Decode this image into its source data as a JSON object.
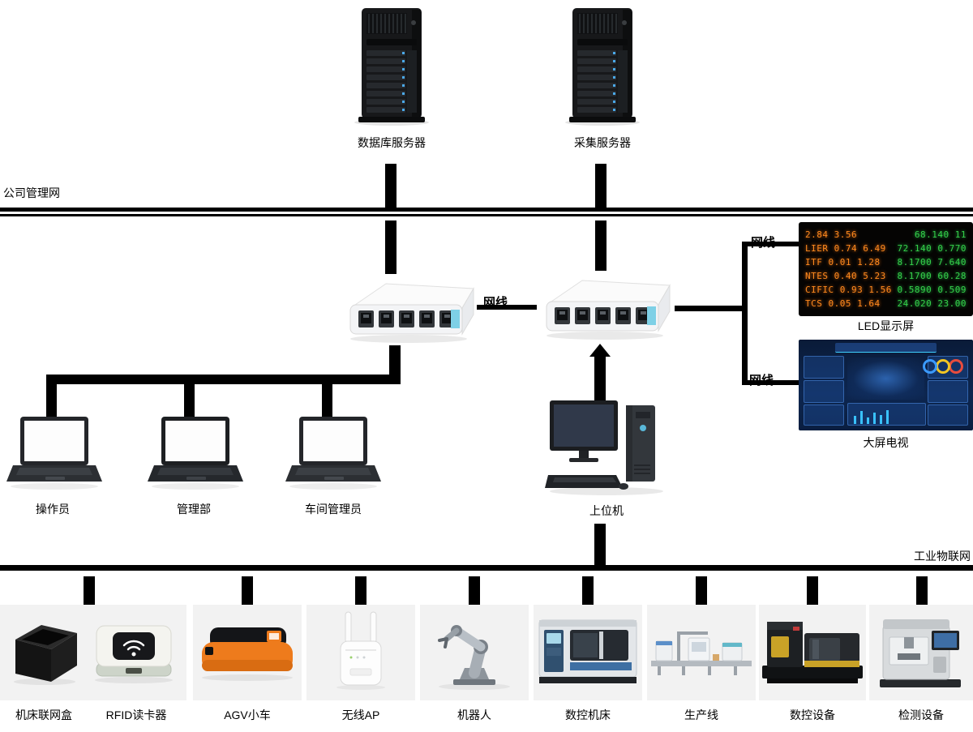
{
  "colors": {
    "divider": "#000000",
    "panel_gray": "#f2f2f2",
    "led_orange": "#ff8a1e",
    "led_green": "#35d04a",
    "agv_orange": "#ee7b1c",
    "switch_sticker_blue": "#7ed0e6",
    "dashboard_bg": "#0c2148"
  },
  "top": {
    "network_label": "公司管理网",
    "servers": [
      {
        "label": "数据库服务器"
      },
      {
        "label": "采集服务器"
      }
    ]
  },
  "middle": {
    "switch_cable_label": "网线",
    "led_cable_label": "网线",
    "tv_cable_label": "网线",
    "led": {
      "label": "LED显示屏",
      "rows": [
        {
          "left": "2.84 3.56",
          "right": "68.140 11"
        },
        {
          "left": "LIER 0.74 6.49",
          "right": "72.140 0.770"
        },
        {
          "left": "ITF 0.01 1.28",
          "right": "8.1700 7.640"
        },
        {
          "left": "NTES 0.40 5.23",
          "right": "8.1700 60.28"
        },
        {
          "left": "CIFIC 0.93 1.56",
          "right": "0.5890 0.509"
        },
        {
          "left": "TCS 0.05 1.64",
          "right": "24.020 23.00"
        }
      ]
    },
    "tv": {
      "label": "大屏电视"
    },
    "terminals": [
      {
        "label": "操作员"
      },
      {
        "label": "管理部"
      },
      {
        "label": "车间管理员"
      }
    ],
    "host": {
      "label": "上位机"
    },
    "industrial_network_label": "工业物联网"
  },
  "bottom": {
    "devices": [
      {
        "label": "机床联网盒"
      },
      {
        "label": "RFID读卡器"
      },
      {
        "label": "AGV小车"
      },
      {
        "label": "无线AP"
      },
      {
        "label": "机器人"
      },
      {
        "label": "数控机床"
      },
      {
        "label": "生产线"
      },
      {
        "label": "数控设备"
      },
      {
        "label": "检测设备"
      }
    ]
  }
}
